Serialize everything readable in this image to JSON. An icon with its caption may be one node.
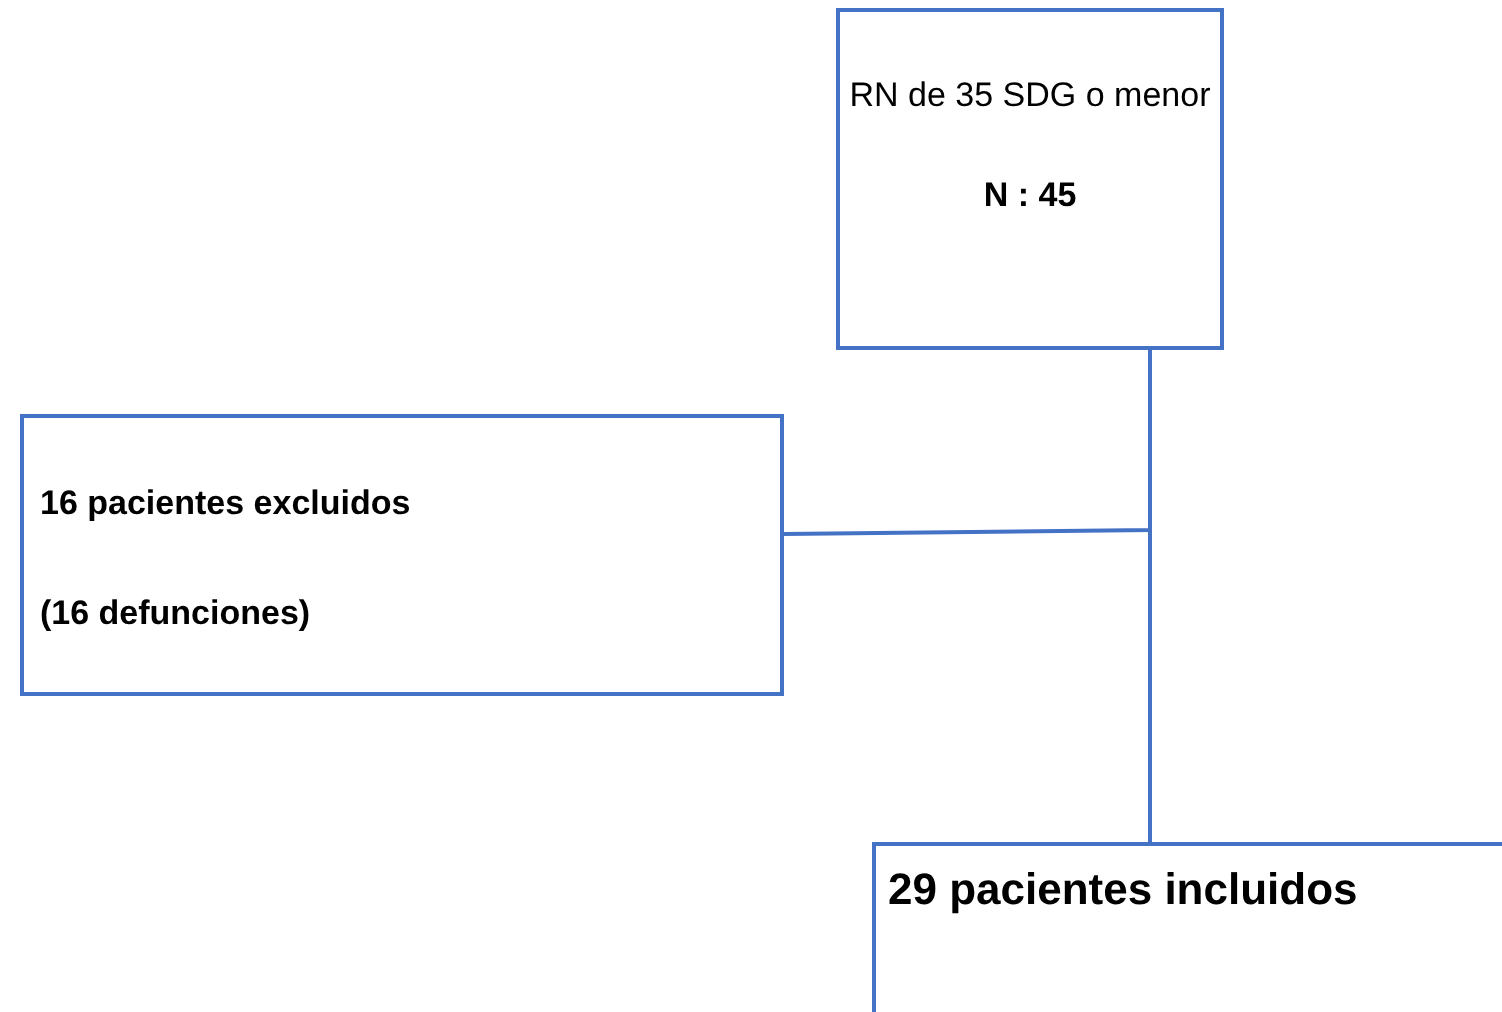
{
  "diagram": {
    "nodes": [
      {
        "text": [
          "RN de 35 SDG o menor",
          "**N : 45**"
        ]
      },
      {
        "text": [
          "16 pacientes excluidos",
          "(16 defunciones)"
        ]
      },
      {
        "text": [
          "29 pacientes incluidos"
        ]
      }
    ],
    "edges": [
      {
        "from": 0,
        "to": 2,
        "arrow": "none"
      },
      {
        "from": 0,
        "to": 1,
        "arrow": "none"
      }
    ]
  }
}
